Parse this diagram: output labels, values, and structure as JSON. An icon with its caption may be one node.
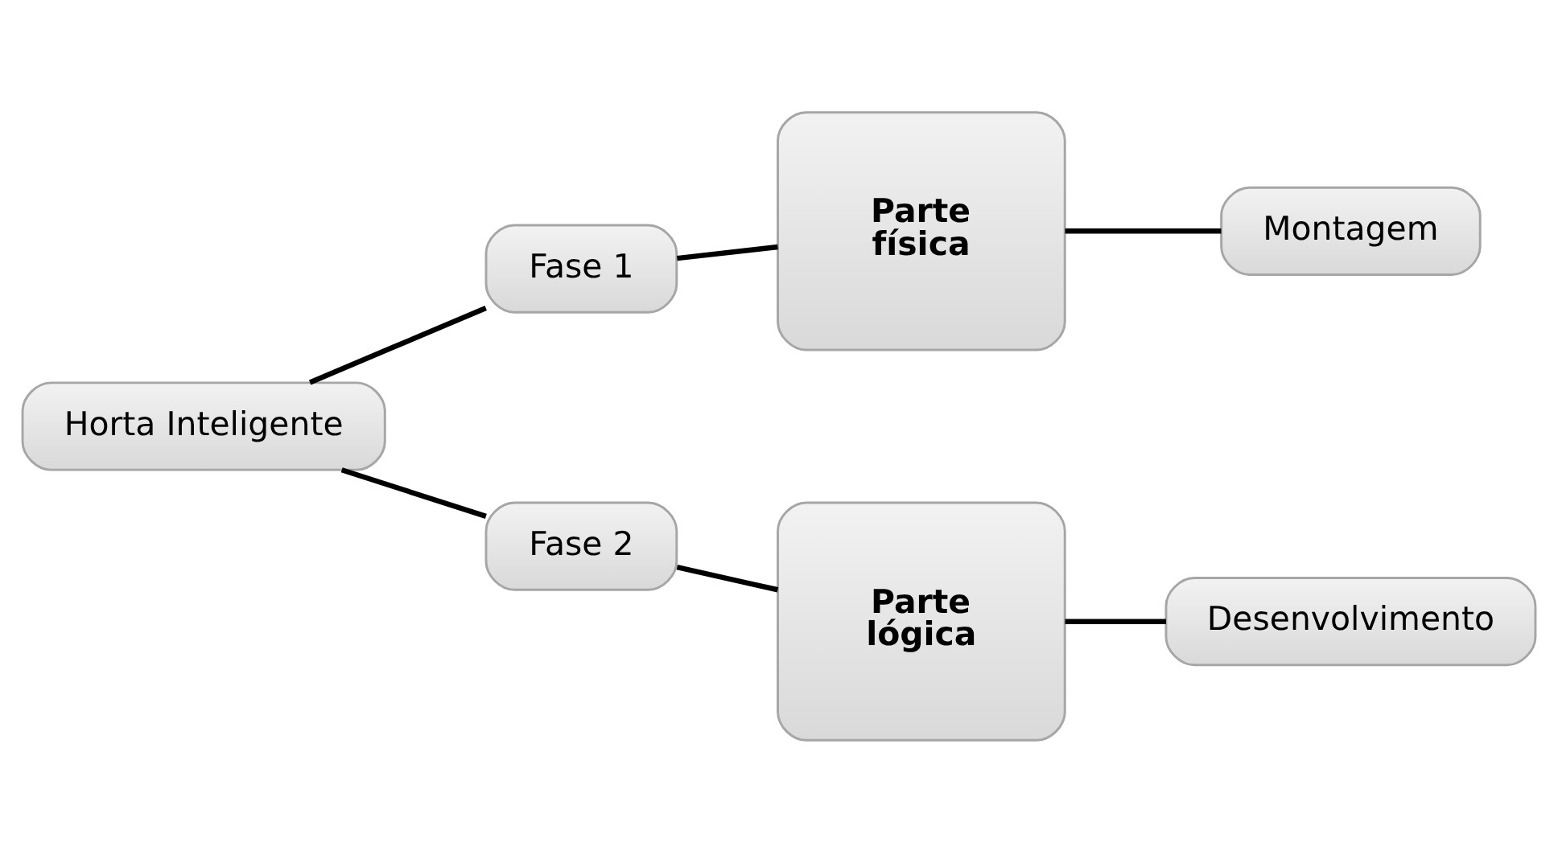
{
  "diagram": {
    "nodes": [
      {
        "text": [
          "Horta Inteligente"
        ]
      },
      {
        "text": [
          "Fase 1"
        ]
      },
      {
        "text": [
          "Parte física"
        ]
      },
      {
        "text": [
          "Montagem"
        ]
      },
      {
        "text": [
          "Fase 2"
        ]
      },
      {
        "text": [
          "Parte lógica"
        ]
      },
      {
        "text": [
          "Desenvolvimento"
        ]
      }
    ],
    "edges": [
      {
        "from": 0,
        "to": 1,
        "arrow": "none"
      },
      {
        "from": 0,
        "to": 4,
        "arrow": "none"
      },
      {
        "from": 1,
        "to": 2,
        "arrow": "none"
      },
      {
        "from": 2,
        "to": 3,
        "arrow": "none"
      },
      {
        "from": 4,
        "to": 5,
        "arrow": "none"
      },
      {
        "from": 5,
        "to": 6,
        "arrow": "none"
      }
    ]
  }
}
